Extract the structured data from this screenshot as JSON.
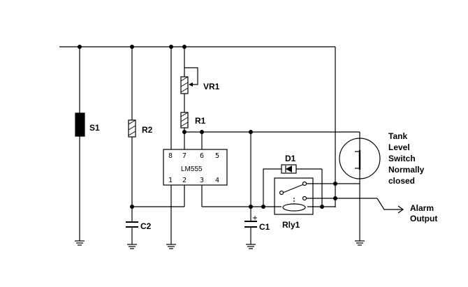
{
  "components": {
    "s1": "S1",
    "r2": "R2",
    "c2": "C2",
    "vr1": "VR1",
    "r1": "R1",
    "c1": "C1",
    "d1": "D1",
    "rly1": "Rly1",
    "ic": "LM555",
    "ic_pins_top": [
      "8",
      "7",
      "6",
      "5"
    ],
    "ic_pins_bottom": [
      "1",
      "2",
      "3",
      "4"
    ]
  },
  "switch_label": [
    "Tank",
    "Level",
    "Switch",
    "Normally",
    "closed"
  ],
  "output_label": [
    "Alarm",
    "Output"
  ]
}
